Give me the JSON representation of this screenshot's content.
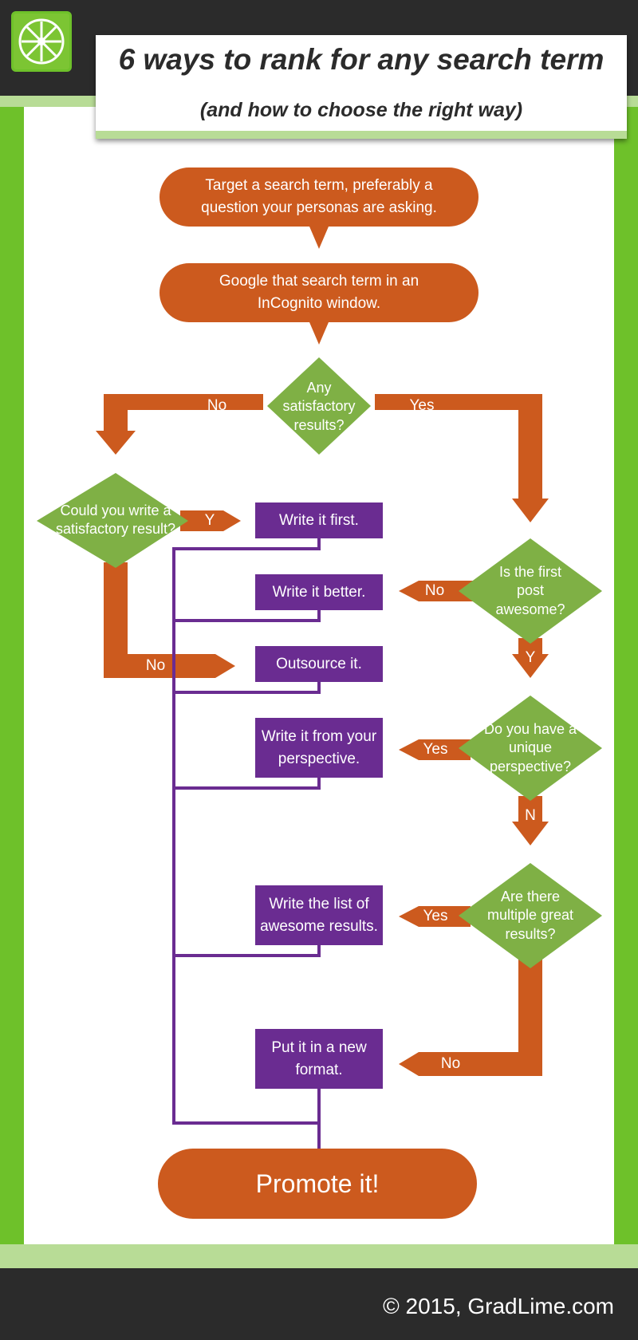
{
  "header": {
    "title": "6 ways to rank for any search term",
    "subtitle": "(and how to choose the right way)",
    "logo_icon": "lime-slice-icon"
  },
  "steps": {
    "target": "Target a search term, preferably a question your personas are asking.",
    "google": "Google that search term in an InCognito window.",
    "promote": "Promote it!"
  },
  "decisions": {
    "any_satisfactory": "Any satisfactory results?",
    "could_you_write": "Could you write a satisfactory result?",
    "first_post_awesome": "Is the first post awesome?",
    "unique_perspective": "Do you have a unique perspective?",
    "multiple_great": "Are there multiple great results?"
  },
  "actions": {
    "write_first": "Write it first.",
    "write_better": "Write it better.",
    "outsource": "Outsource it.",
    "write_perspective": "Write it from your perspective.",
    "write_list": "Write the list of awesome results.",
    "new_format": "Put it in a new format."
  },
  "labels": {
    "any_no": "No",
    "any_yes": "Yes",
    "could_yes": "Y",
    "could_no": "No",
    "first_no": "No",
    "first_yes": "Y",
    "unique_yes": "Yes",
    "unique_no": "N",
    "multiple_yes": "Yes",
    "multiple_no": "No"
  },
  "footer": {
    "copyright": "© 2015, GradLime.com"
  },
  "colors": {
    "orange": "#cc5a1e",
    "green_diamond": "#7fb045",
    "purple": "#6a2c91",
    "lime": "#6ec12a",
    "light_lime": "#b8dc96",
    "dark": "#2b2b2b"
  }
}
